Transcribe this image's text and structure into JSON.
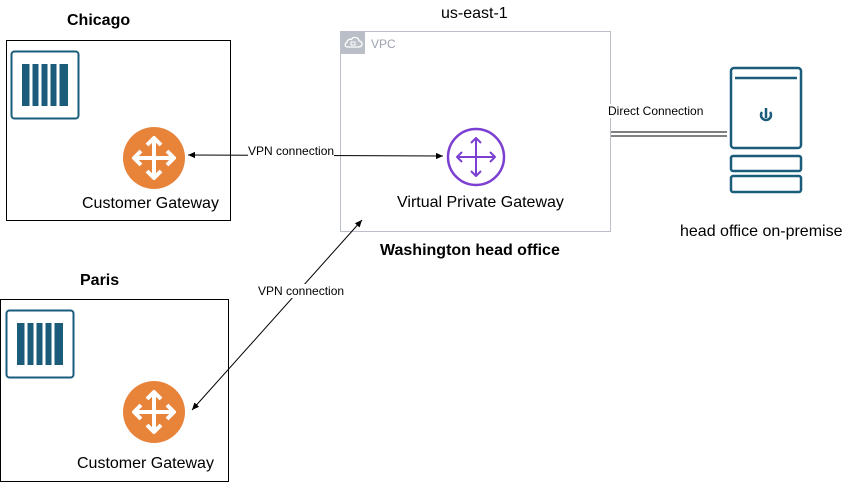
{
  "region": {
    "label": "us-east-1"
  },
  "chicago": {
    "title": "Chicago",
    "gateway_label": "Customer Gateway"
  },
  "paris": {
    "title": "Paris",
    "gateway_label": "Customer Gateway"
  },
  "vpc": {
    "badge": "VPC",
    "gateway_label": "Virtual Private Gateway",
    "caption": "Washington head office"
  },
  "connections": {
    "vpn_chicago": "VPN connection",
    "vpn_paris": "VPN connection",
    "direct": "Direct Connection"
  },
  "onprem": {
    "label": "head office on-premise"
  },
  "colors": {
    "router": "#e8833a",
    "vpg": "#7b3fd1",
    "firewall": "#1b5c7a",
    "server": "#1b5c7a",
    "vpc_border": "#b9bec7"
  },
  "icons": {
    "firewall": "firewall-icon",
    "router": "customer-gateway-router-icon",
    "vpg": "virtual-private-gateway-icon",
    "server": "server-icon",
    "vpc": "vpc-cloud-lock-icon"
  }
}
